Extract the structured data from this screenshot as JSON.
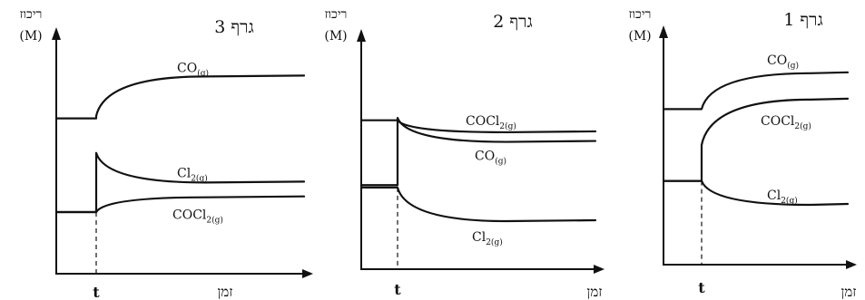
{
  "chart_data": [
    {
      "type": "line",
      "title": "גרף 3",
      "ylabel": "ריכוז",
      "yunit": "(M)",
      "xlabel": "זמן",
      "x_tick_labels": [
        "t"
      ],
      "axis_numbers": false,
      "series": [
        {
          "name": "CO",
          "subscript": "(g)",
          "before": 0.63,
          "jump": 0.64,
          "final": 0.8
        },
        {
          "name": "Cl",
          "subscript": "2(g)",
          "before": 0.25,
          "jump": 0.49,
          "final": 0.37
        },
        {
          "name": "COCl",
          "subscript": "2(g)",
          "before": 0.25,
          "jump": 0.25,
          "final": 0.31
        }
      ]
    },
    {
      "type": "line",
      "title": "גרף 2",
      "ylabel": "ריכוז",
      "yunit": "(M)",
      "xlabel": "זמן",
      "x_tick_labels": [
        "t"
      ],
      "axis_numbers": false,
      "series": [
        {
          "name": "COCl",
          "subscript": "2(g)",
          "before": 0.62,
          "jump": 0.62,
          "final": 0.57
        },
        {
          "name": "CO",
          "subscript": "(g)",
          "before": 0.35,
          "jump": 0.63,
          "final": 0.53
        },
        {
          "name": "Cl",
          "subscript": "2(g)",
          "before": 0.34,
          "jump": 0.34,
          "final": 0.2
        }
      ]
    },
    {
      "type": "line",
      "title": "גרף 1",
      "ylabel": "ריכוז",
      "yunit": "(M)",
      "xlabel": "זמן",
      "x_tick_labels": [
        "t"
      ],
      "axis_numbers": false,
      "series": [
        {
          "name": "CO",
          "subscript": "(g)",
          "before": 0.65,
          "jump": 0.65,
          "final": 0.8
        },
        {
          "name": "COCl",
          "subscript": "2(g)",
          "before": 0.35,
          "jump": 0.5,
          "final": 0.69
        },
        {
          "name": "Cl",
          "subscript": "2(g)",
          "before": 0.35,
          "jump": 0.35,
          "final": 0.25
        }
      ]
    }
  ]
}
